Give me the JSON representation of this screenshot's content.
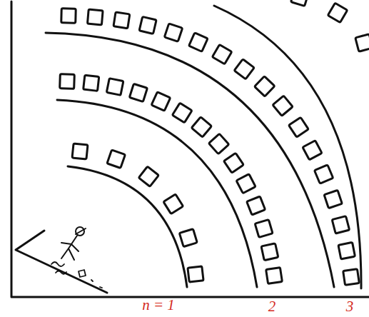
{
  "diagram": {
    "labels": [
      "n = 1",
      "2",
      "3"
    ]
  }
}
